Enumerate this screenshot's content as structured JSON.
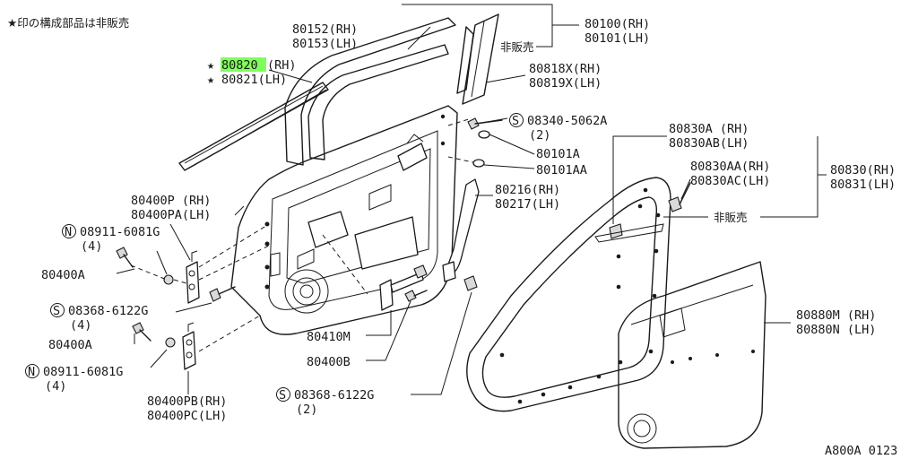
{
  "note": "★印の構成部品は非販売",
  "labels": {
    "p80152": "80152(RH)",
    "p80153": "80153(LH)",
    "p80100": "80100(RH)",
    "p80101": "80101(LH)",
    "not_sold_top": "非販売",
    "p80818x": "80818X(RH)",
    "p80819x": "80819X(LH)",
    "star1": "★",
    "p80820": "80820",
    "p80820_side": "(RH)",
    "star2": "★",
    "p80821": "80821(LH)",
    "s08340_sym": "S",
    "s08340": "08340-5062A",
    "s08340_qty": "(2)",
    "p80101a": "80101A",
    "p80101aa": "80101AA",
    "p80830a": "80830A (RH)",
    "p80830ab": "80830AB(LH)",
    "p80830aa": "80830AA(RH)",
    "p80830ac": "80830AC(LH)",
    "p80830": "80830(RH)",
    "p80831": "80831(LH)",
    "not_sold_mid": "非販売",
    "p80216": "80216(RH)",
    "p80217": "80217(LH)",
    "p80400p": "80400P (RH)",
    "p80400pa": "80400PA(LH)",
    "n08911a_sym": "N",
    "n08911a": "08911-6081G",
    "n08911a_qty": "(4)",
    "p80400a_1": "80400A",
    "s08368a_sym": "S",
    "s08368a": "08368-6122G",
    "s08368a_qty": "(4)",
    "p80400a_2": "80400A",
    "n08911b_sym": "N",
    "n08911b": "08911-6081G",
    "n08911b_qty": "(4)",
    "p80410m": "80410M",
    "p80400b": "80400B",
    "s08368b_sym": "S",
    "s08368b": "08368-6122G",
    "s08368b_qty": "(2)",
    "p80400pb": "80400PB(RH)",
    "p80400pc": "80400PC(LH)",
    "p80880m": "80880M (RH)",
    "p80880n": "80880N (LH)",
    "ref": "A800A 0123"
  },
  "colors": {
    "ink": "#1a1a1a",
    "highlight": "#7fff5a",
    "background": "#ffffff"
  }
}
